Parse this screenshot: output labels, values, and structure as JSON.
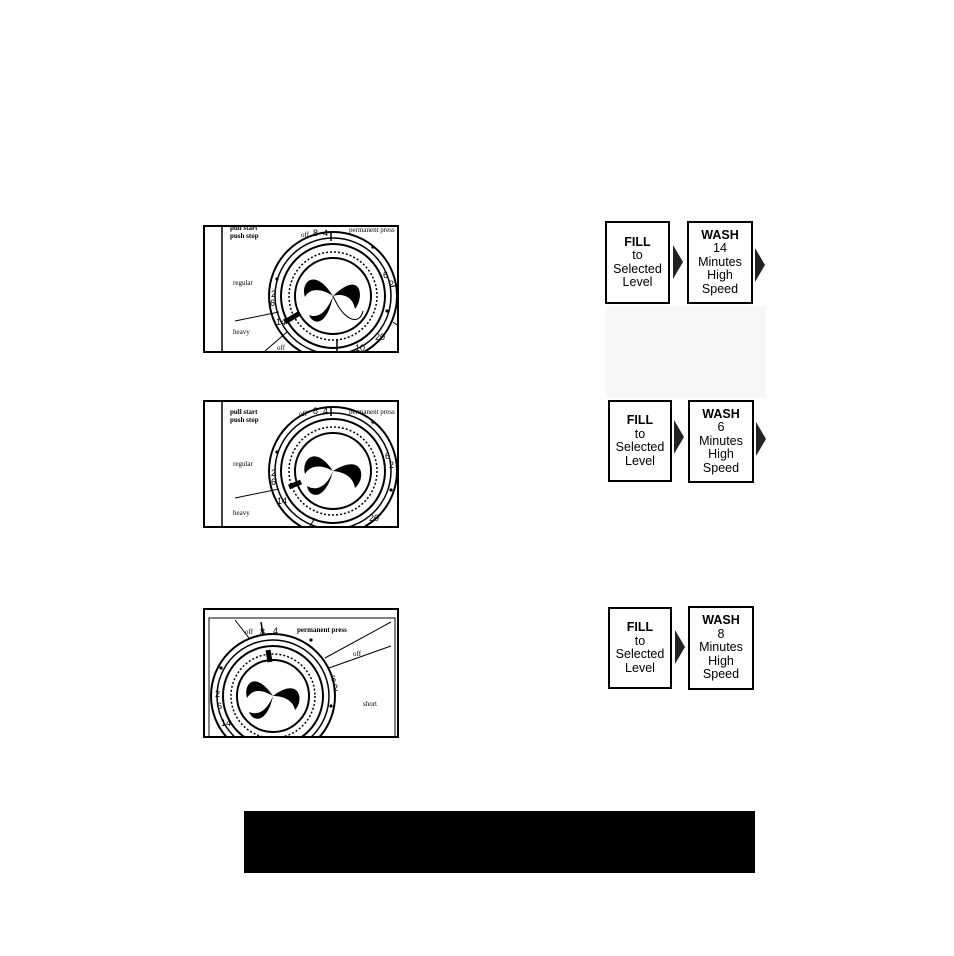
{
  "dials": [
    {
      "start_push": "pull start\npush stop",
      "regular": "regular",
      "heavy": "heavy",
      "off_top": "off",
      "off_bottom": "off",
      "permanent_press": "permanent press",
      "ticks_left": [
        "2",
        "6",
        "14"
      ],
      "ticks_top": [
        "8",
        "4"
      ],
      "ticks_right": [
        "6",
        "2"
      ],
      "tick_lower_right": "20",
      "tick_bottom": "10"
    },
    {
      "start_push": "pull start\npush stop",
      "regular": "regular",
      "heavy": "heavy",
      "off_top": "off",
      "permanent_press": "permanent press",
      "ticks_left": [
        "2",
        "6",
        "14"
      ],
      "ticks_top": [
        "8",
        "4"
      ],
      "ticks_right": [
        "6",
        "2"
      ],
      "tick_lower_right": "20"
    },
    {
      "off_top": "off",
      "off_right": "off",
      "permanent_press": "permanent press",
      "short": "short",
      "ticks_left": [
        "2",
        "6",
        "14"
      ],
      "ticks_top": [
        "8",
        "4"
      ],
      "ticks_right": [
        "6",
        "2"
      ]
    }
  ],
  "steps": [
    {
      "fill": {
        "head": "FILL",
        "lines": [
          "to",
          "Selected",
          "Level"
        ]
      },
      "wash": {
        "head": "WASH",
        "lines": [
          "14",
          "Minutes",
          "High",
          "Speed"
        ]
      }
    },
    {
      "fill": {
        "head": "FILL",
        "lines": [
          "to",
          "Selected",
          "Level"
        ]
      },
      "wash": {
        "head": "WASH",
        "lines": [
          "6",
          "Minutes",
          "High",
          "Speed"
        ]
      }
    },
    {
      "fill": {
        "head": "FILL",
        "lines": [
          "to",
          "Selected",
          "Level"
        ]
      },
      "wash": {
        "head": "WASH",
        "lines": [
          "8",
          "Minutes",
          "High",
          "Speed"
        ]
      }
    }
  ],
  "colors": {
    "ink": "#000000",
    "arrow": "#222222",
    "bar": "#000000"
  }
}
